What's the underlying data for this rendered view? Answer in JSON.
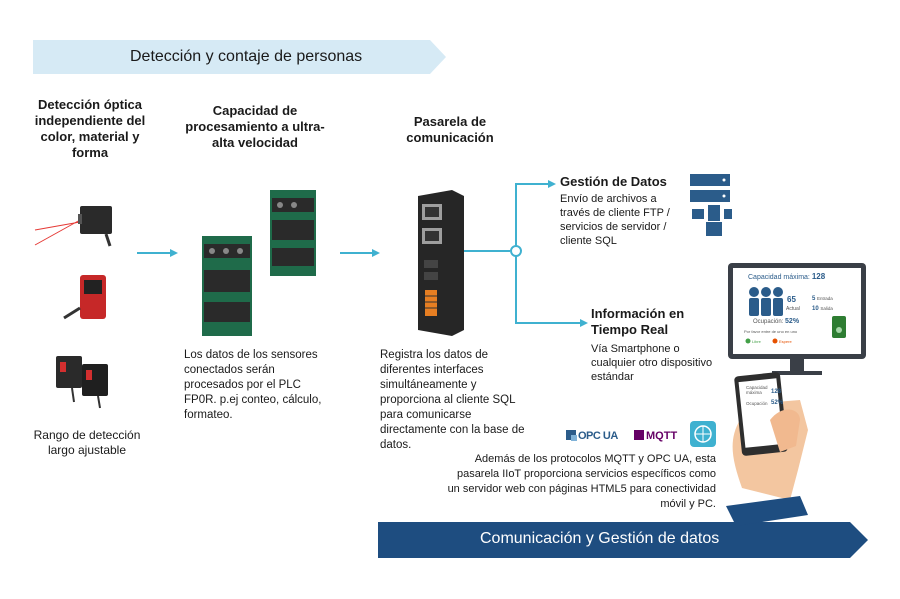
{
  "banners": {
    "top": "Detección y contaje de personas",
    "bottom": "Comunicación y Gestión de datos"
  },
  "columns": {
    "sensors": {
      "heading": "Detección óptica independiente del color, material y forma",
      "caption": "Rango de detección largo ajustable"
    },
    "plc": {
      "heading": "Capacidad de procesamiento a ultra-alta velocidad",
      "caption": "Los datos de los sensores conectados serán procesados por el PLC FP0R. p.ej conteo, cálculo, formateo."
    },
    "gateway": {
      "heading": "Pasarela de comunicación",
      "caption": "Registra los datos de diferentes interfaces simultáneamente y proporciona al cliente SQL para comunicarse directamente con la base de datos."
    }
  },
  "outputs": {
    "data_management": {
      "title": "Gestión de Datos",
      "text": "Envío de archivos a través de cliente FTP / servicios de servidor / cliente SQL"
    },
    "realtime": {
      "title": "Información en Tiempo Real",
      "text": "Vía Smartphone o cualquier otro dispositivo estándar"
    }
  },
  "monitor": {
    "capacity_label": "Capacidad máxima:",
    "capacity_value": "128",
    "current_value": "65",
    "current_label": "Actual",
    "in_value": "5",
    "in_label": "Entrada",
    "out_value": "10",
    "out_label": "Salida",
    "occupancy_label": "Ocupación:",
    "occupancy_value": "52%",
    "hint": "Por favor entre de uno en uno",
    "status_ok": "Libre",
    "status_wait": "Espere"
  },
  "phone": {
    "capacity_label": "Capacidad máxima",
    "capacity_value": "128",
    "occupancy_label": "Ocupación",
    "occupancy_value": "52%"
  },
  "protocols": {
    "opc": "OPC UA",
    "mqtt": "MQTT"
  },
  "footer_note": "Además de los protocolos MQTT y OPC UA, esta pasarela IIoT proporciona servicios específicos como un servidor web con páginas HTML5 para conectividad móvil y PC.",
  "colors": {
    "banner_light": "#d6eaf5",
    "banner_dark": "#1e4d80",
    "accent_teal": "#3fb1d0",
    "server_blue": "#2b5c8a",
    "plc_green": "#1f6b4a"
  }
}
